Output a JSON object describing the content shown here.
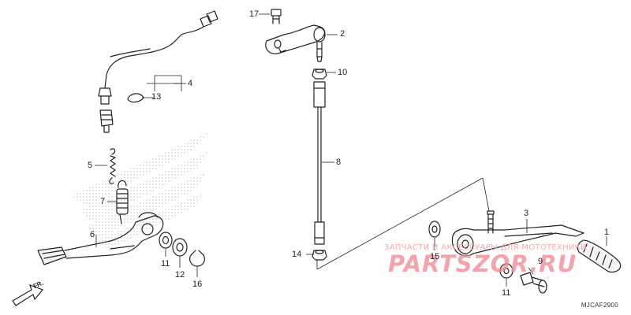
{
  "diagram": {
    "code": "MJCAF2900",
    "direction_label": "FR.",
    "callouts": {
      "c1": "1",
      "c2": "2",
      "c3": "3",
      "c4": "4",
      "c5": "5",
      "c6": "6",
      "c7": "7",
      "c8": "8",
      "c9": "9",
      "c10": "10",
      "c11a": "11",
      "c11b": "11",
      "c12": "12",
      "c13": "13",
      "c14": "14",
      "c15": "15",
      "c16": "16",
      "c17": "17"
    }
  },
  "watermark": {
    "text": "ЗАПЧАСТИ И АКСЕССУАРЫ ДЛЯ МОТОТЕХНИКИ",
    "logo": "PARTSZOR.RU"
  },
  "colors": {
    "line": "#222222",
    "watermark": "#f18a95"
  }
}
